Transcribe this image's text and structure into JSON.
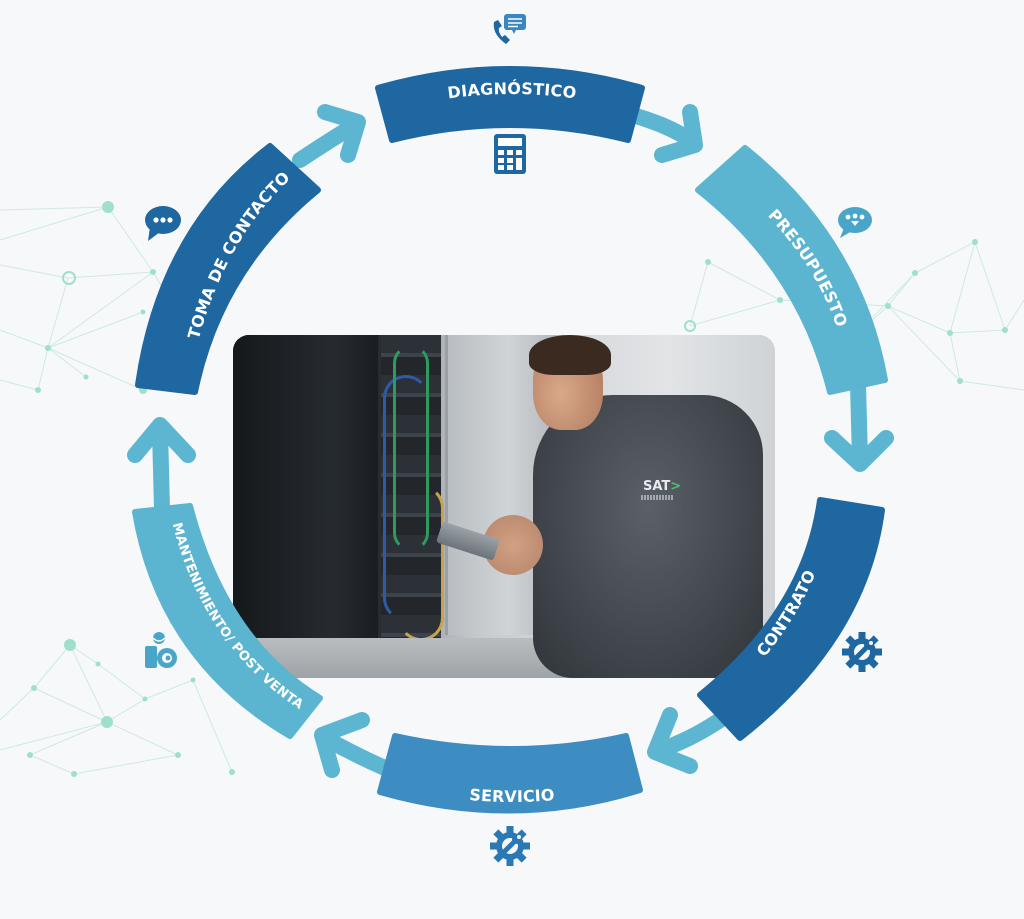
{
  "diagram": {
    "type": "cycle",
    "stages": [
      {
        "id": "diagnostico",
        "label": "DIAGNÓSTICO",
        "color": "#1e67a0",
        "icon_above": "phone-message-icon",
        "icon_below": "calculator-icon"
      },
      {
        "id": "presupuesto",
        "label": "PRESUPUESTO",
        "color": "#5bb4d0",
        "icon": "chat-people-icon"
      },
      {
        "id": "contrato",
        "label": "CONTRATO",
        "color": "#1e67a0",
        "icon": "gear-wrench-icon"
      },
      {
        "id": "servicio",
        "label": "SERVICIO",
        "color": "#3d8cc2",
        "icon": "gear-wrench-icon"
      },
      {
        "id": "mantenimiento",
        "label": "MANTENIMIENTO/ POST VENTA",
        "color": "#5bb4d0",
        "icon": "support-agent-icon"
      },
      {
        "id": "toma-contacto",
        "label": "TOMA DE CONTACTO",
        "color": "#1e67a0",
        "icon": "chat-bubble-icon"
      }
    ],
    "arrow_color": "#5cb6d2",
    "network_color": "#8fd9c5",
    "center_photo": {
      "description": "Technician in grey uniform kneeling at server rack with tablet",
      "uniform_logo": "SAT",
      "logo_arrow": ">"
    }
  }
}
